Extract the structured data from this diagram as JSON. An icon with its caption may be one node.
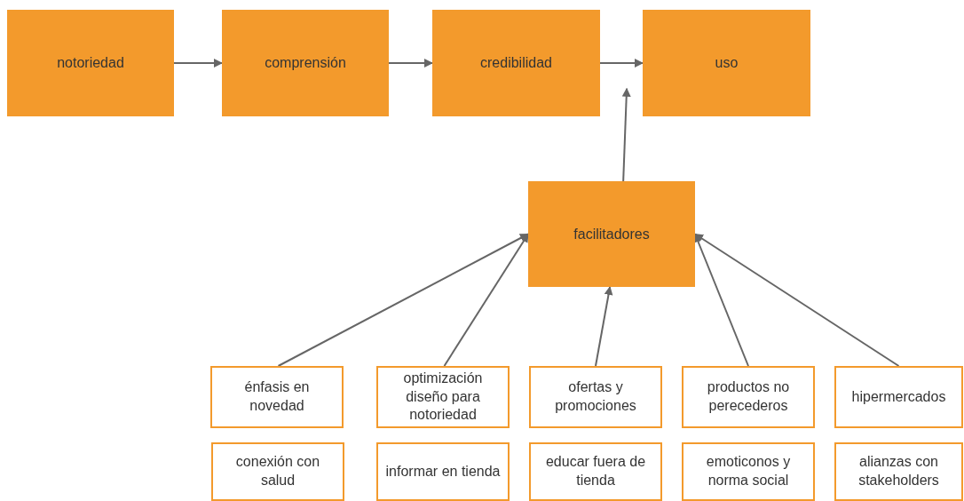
{
  "diagram": {
    "nodes": [
      {
        "text": [
          "notoriedad"
        ]
      },
      {
        "text": [
          "comprensión"
        ]
      },
      {
        "text": [
          "credibilidad"
        ]
      },
      {
        "text": [
          "uso"
        ]
      },
      {
        "text": [
          "facilitadores"
        ]
      },
      {
        "text": [
          "énfasis en novedad"
        ]
      },
      {
        "text": [
          "optimización diseño para notoriedad"
        ]
      },
      {
        "text": [
          "ofertas y promociones"
        ]
      },
      {
        "text": [
          "productos no perecederos"
        ]
      },
      {
        "text": [
          "hipermercados"
        ]
      },
      {
        "text": [
          "conexión con salud"
        ]
      },
      {
        "text": [
          "informar en tienda"
        ]
      },
      {
        "text": [
          "educar fuera de tienda"
        ]
      },
      {
        "text": [
          "emoticonos y norma social"
        ]
      },
      {
        "text": [
          "alianzas con stakeholders"
        ]
      }
    ],
    "edges": [
      {
        "from": 0,
        "to": 1,
        "arrow": "to"
      },
      {
        "from": 1,
        "to": 2,
        "arrow": "to"
      },
      {
        "from": 2,
        "to": 3,
        "arrow": "to"
      },
      {
        "from": 4,
        "to": 3,
        "arrow": "to"
      },
      {
        "from": 5,
        "to": 4,
        "arrow": "to"
      },
      {
        "from": 6,
        "to": 4,
        "arrow": "to"
      },
      {
        "from": 7,
        "to": 4,
        "arrow": "to"
      },
      {
        "from": 8,
        "to": 4,
        "arrow": "to"
      },
      {
        "from": 9,
        "to": 4,
        "arrow": "to"
      }
    ]
  }
}
